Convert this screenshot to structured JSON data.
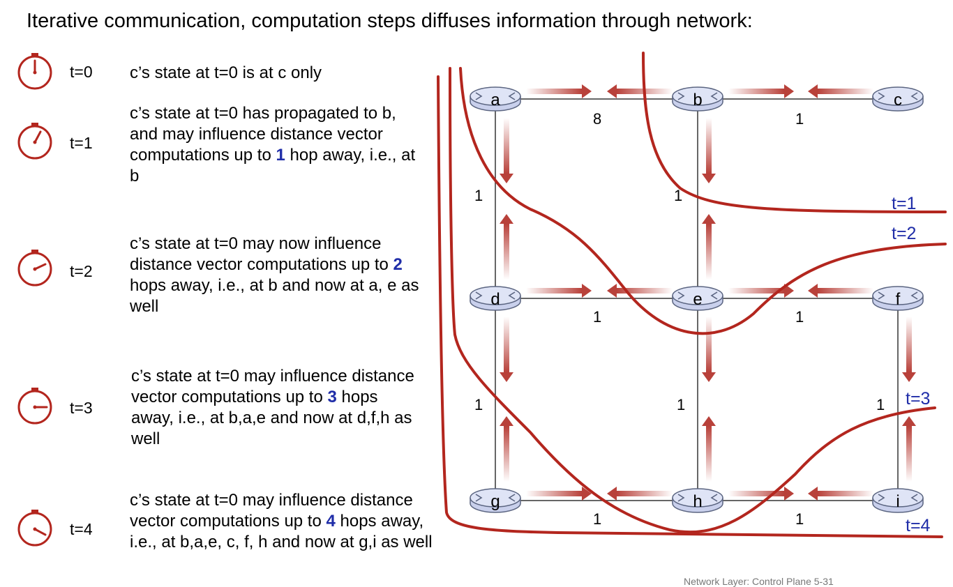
{
  "title": "Iterative communication, computation steps diffuses information through network:",
  "steps": [
    {
      "t": "t=0",
      "clock_icon": "clock-icon",
      "parts": [
        "c’s state at t=0 is at c only"
      ]
    },
    {
      "t": "t=1",
      "clock_icon": "clock-icon",
      "parts": [
        "c’s state at t=0 has propagated to b, and may influence distance vector computations up to ",
        "1",
        " hop away, i.e., at b"
      ]
    },
    {
      "t": "t=2",
      "clock_icon": "clock-icon",
      "parts": [
        "c’s state at t=0 may now influence distance vector computations up to ",
        "2",
        " hops away, i.e., at b and now at a, e as well"
      ]
    },
    {
      "t": "t=3",
      "clock_icon": "clock-icon",
      "parts": [
        "c’s state at t=0 may influence distance vector computations up to ",
        "3",
        " hops away, i.e., at b,a,e and now at d,f,h as well"
      ]
    },
    {
      "t": "t=4",
      "clock_icon": "clock-icon",
      "parts": [
        "c’s state at t=0 may influence distance vector computations up to ",
        "4",
        " hops away, i.e., at b,a,e, c, f, h and now at g,i as well"
      ]
    }
  ],
  "routers": [
    {
      "id": "a",
      "label": "a"
    },
    {
      "id": "b",
      "label": "b"
    },
    {
      "id": "c",
      "label": "c"
    },
    {
      "id": "d",
      "label": "d"
    },
    {
      "id": "e",
      "label": "e"
    },
    {
      "id": "f",
      "label": "f"
    },
    {
      "id": "g",
      "label": "g"
    },
    {
      "id": "h",
      "label": "h"
    },
    {
      "id": "i",
      "label": "i"
    }
  ],
  "links": [
    {
      "from": "a",
      "to": "b",
      "weight": "8"
    },
    {
      "from": "b",
      "to": "c",
      "weight": "1"
    },
    {
      "from": "a",
      "to": "d",
      "weight": "1"
    },
    {
      "from": "b",
      "to": "e",
      "weight": "1"
    },
    {
      "from": "d",
      "to": "e",
      "weight": "1"
    },
    {
      "from": "e",
      "to": "f",
      "weight": "1"
    },
    {
      "from": "d",
      "to": "g",
      "weight": "1"
    },
    {
      "from": "e",
      "to": "h",
      "weight": "1"
    },
    {
      "from": "f",
      "to": "i",
      "weight": "1"
    },
    {
      "from": "g",
      "to": "h",
      "weight": "1"
    },
    {
      "from": "h",
      "to": "i",
      "weight": "1"
    }
  ],
  "time_curves": [
    {
      "label": "t=1"
    },
    {
      "label": "t=2"
    },
    {
      "label": "t=3"
    },
    {
      "label": "t=4"
    }
  ],
  "colors": {
    "curve": "#b3261e",
    "hop_number": "#1f2da8",
    "time_label": "#1f2da8",
    "arrow": "#b8413a"
  },
  "footer": "Network Layer: Control Plane 5-31"
}
